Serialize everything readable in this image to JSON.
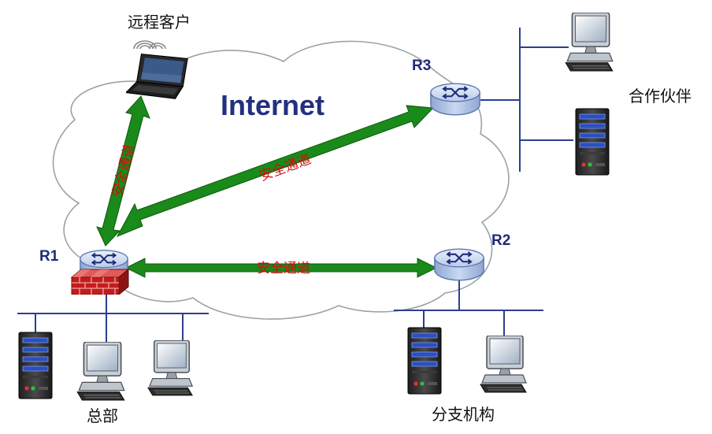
{
  "cloud_label": "Internet",
  "routers": [
    {
      "id": "r1",
      "label": "R1"
    },
    {
      "id": "r2",
      "label": "R2"
    },
    {
      "id": "r3",
      "label": "R3"
    }
  ],
  "sites": {
    "remote_client": "远程客户",
    "partner": "合作伙伴",
    "headquarters": "总部",
    "branch": "分支机构"
  },
  "tunnels": [
    {
      "id": "to-remote",
      "label": "安全通道"
    },
    {
      "id": "to-r3",
      "label": "安全通道"
    },
    {
      "id": "to-r2",
      "label": "安全通道"
    }
  ],
  "colors": {
    "tunnel_fill": "#1a8a1a",
    "tunnel_edge": "#0d5a0d",
    "tunnel_text": "#d01010",
    "router_fill": "#c9d8f2",
    "router_edge": "#5c77ad",
    "firewall": "#c41c1c",
    "cloud_edge": "#9aa3a9",
    "lan_line": "#2b3f8f"
  },
  "icons": [
    "router-icon",
    "firewall-icon",
    "server-icon",
    "desktop-icon",
    "laptop-icon",
    "wifi-icon"
  ]
}
